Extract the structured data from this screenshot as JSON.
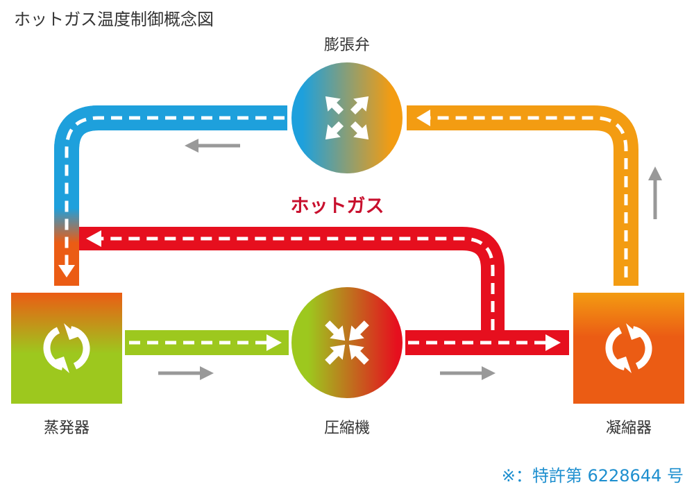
{
  "title": "ホットガス温度制御概念図",
  "labels": {
    "expansion_valve": "膨張弁",
    "hot_gas": "ホットガス",
    "evaporator": "蒸発器",
    "compressor": "圧縮機",
    "condenser": "凝縮器"
  },
  "patent": "※：特許第 6228644 号",
  "colors": {
    "cold_blue": "#1ea0dc",
    "hot_orange": "#f39c12",
    "hot_red": "#e60f1e",
    "green": "#9dc81e",
    "deep_orange": "#eb5c14",
    "flow_arrow_gray": "#999999",
    "hot_gas_text": "#c8102e",
    "patent_text": "#1e8fcf"
  },
  "icons": {
    "valve": "expand-arrows-icon",
    "compressor": "compress-arrows-icon",
    "cycle": "cycle-arrows-icon"
  }
}
